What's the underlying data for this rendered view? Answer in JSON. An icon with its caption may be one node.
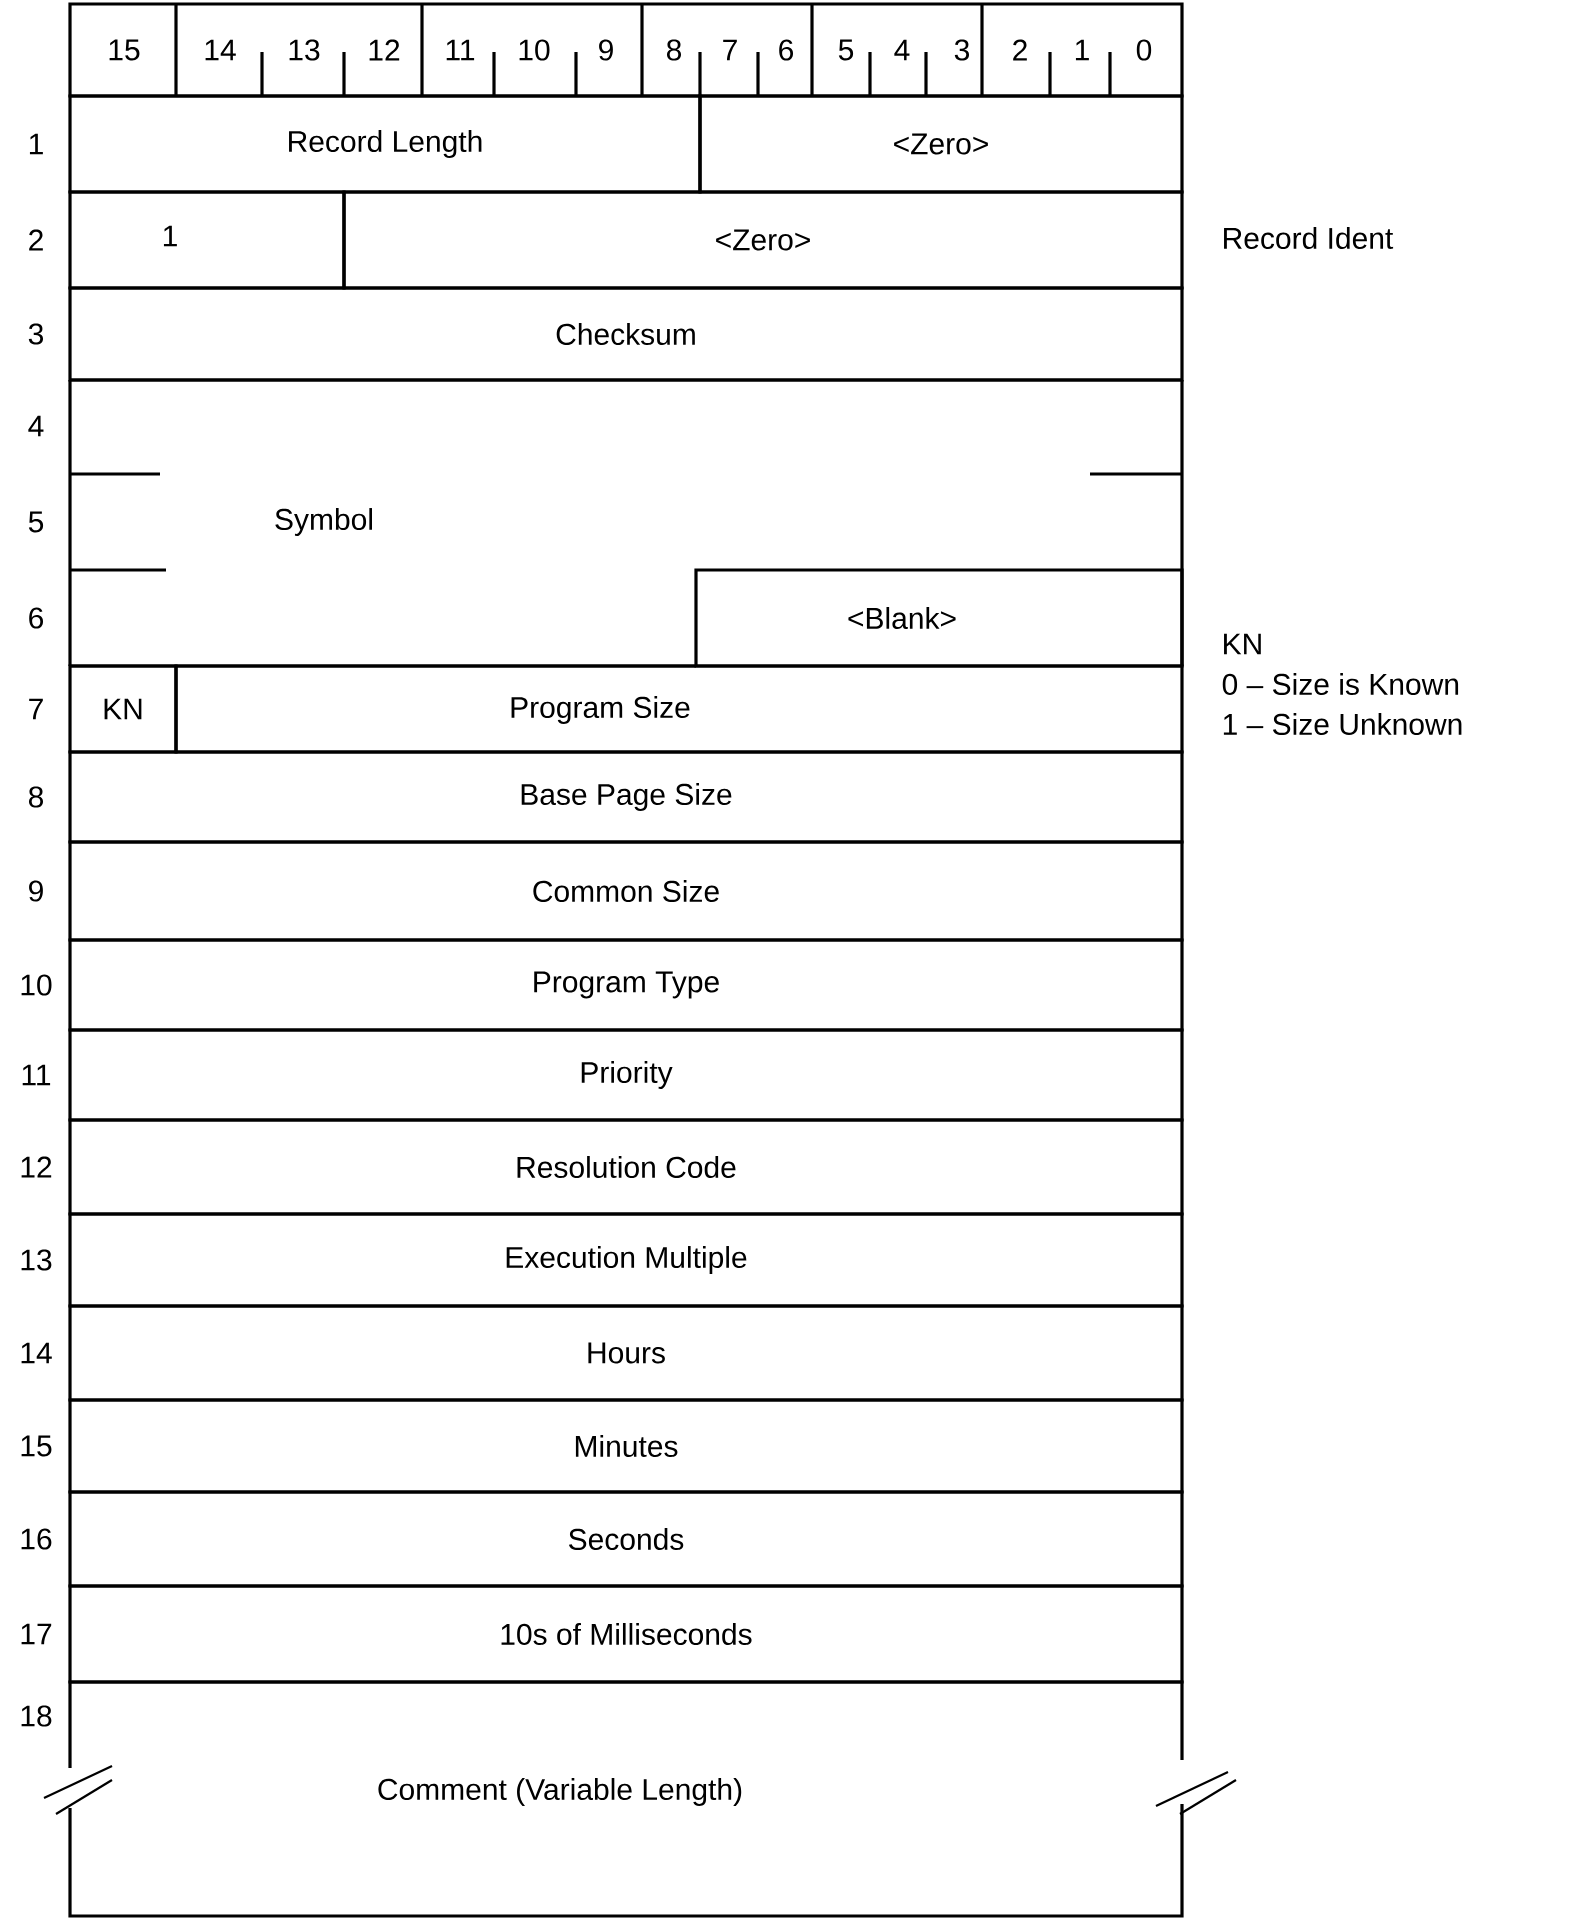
{
  "diagram": {
    "nodes": [
      {
        "text": [
          "Record Length"
        ]
      },
      {
        "text": [
          "<Zero>"
        ]
      },
      {
        "text": [
          "1"
        ]
      },
      {
        "text": [
          "<Zero>"
        ]
      },
      {
        "text": [
          "Checksum"
        ]
      },
      {
        "text": [
          "Symbol"
        ]
      },
      {
        "text": [
          "<Blank>"
        ],
        "in": 5
      },
      {
        "text": [
          "KN"
        ]
      },
      {
        "text": [
          "Program Size"
        ]
      },
      {
        "text": [
          "Base Page Size"
        ]
      },
      {
        "text": [
          "Common Size"
        ]
      },
      {
        "text": [
          "Program Type"
        ]
      },
      {
        "text": [
          "Priority"
        ]
      },
      {
        "text": [
          "Resolution Code"
        ]
      },
      {
        "text": [
          "Execution Multiple"
        ]
      },
      {
        "text": [
          "Hours"
        ]
      },
      {
        "text": [
          "Minutes"
        ]
      },
      {
        "text": [
          "Seconds"
        ]
      },
      {
        "text": [
          "10s of Milliseconds"
        ]
      },
      {
        "text": [
          "Comment (Variable Length)"
        ]
      }
    ],
    "labels": [
      "15",
      "14",
      "13",
      "12",
      "11",
      "10",
      "9",
      "8",
      "7",
      "6",
      "5",
      "4",
      "3",
      "2",
      "1",
      "0",
      "1",
      "2",
      "3",
      "4",
      "5",
      "6",
      "7",
      "8",
      "9",
      "10",
      "11",
      "12",
      "13",
      "14",
      "15",
      "16",
      "17",
      "18",
      "Record Ident",
      "KN",
      "0 – Size is Known",
      "1 – Size Unknown"
    ]
  }
}
